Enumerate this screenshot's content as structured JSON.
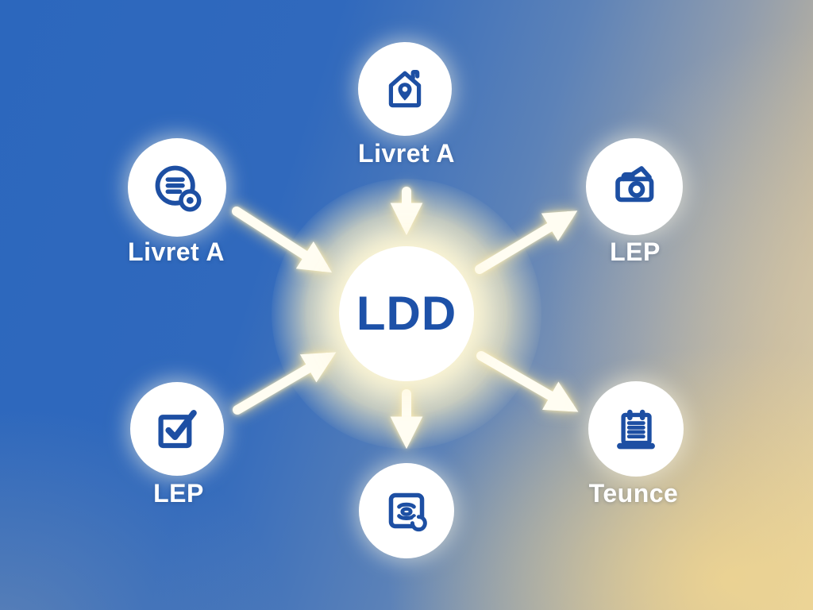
{
  "diagram": {
    "title": "LDD savings products diagram",
    "center": {
      "label": "LDD"
    },
    "nodes": [
      {
        "position": "top",
        "label": "Livret A",
        "icon": "house-location-icon"
      },
      {
        "position": "left",
        "label": "Livret A",
        "icon": "list-badge-icon"
      },
      {
        "position": "right",
        "label": "LEP",
        "icon": "camera-icon"
      },
      {
        "position": "bottom-left",
        "label": "LEP",
        "icon": "checkbox-icon"
      },
      {
        "position": "bottom-right",
        "label": "Teunce",
        "icon": "clipboard-icon"
      },
      {
        "position": "bottom",
        "label": "",
        "icon": "scan-eye-icon"
      }
    ],
    "arrows": [
      {
        "from": "top",
        "to": "center",
        "direction": "down"
      },
      {
        "from": "left",
        "to": "center",
        "direction": "down-right"
      },
      {
        "from": "center",
        "to": "right",
        "direction": "up-right"
      },
      {
        "from": "bottom-left",
        "to": "center",
        "direction": "up-right"
      },
      {
        "from": "center",
        "to": "bottom-right",
        "direction": "down-right"
      },
      {
        "from": "center",
        "to": "bottom",
        "direction": "down"
      }
    ],
    "colors": {
      "icon_blue": "#1d4fa3",
      "center_text_blue": "#1d51a8",
      "label_white": "#ffffff",
      "arrow_cream": "#fffdf2",
      "background_top_left": "#2c67bd",
      "background_bottom_right": "#e6d2a0"
    }
  }
}
